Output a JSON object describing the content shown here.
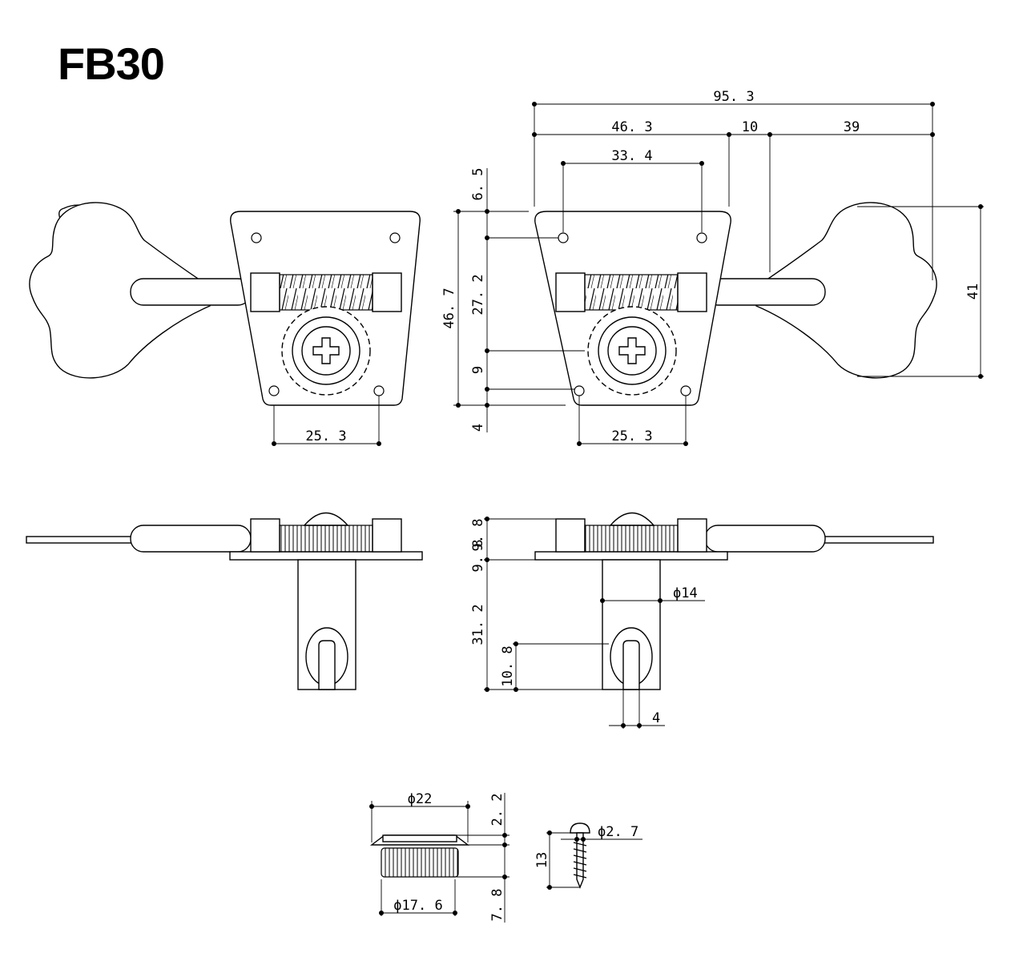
{
  "title": "FB30",
  "dimensions": {
    "overall_length": "95. 3",
    "plate_length": "46. 3",
    "gap": "10",
    "button_length": "39",
    "top_hole_spacing": "33. 4",
    "bottom_hole_spacing_left": "25. 3",
    "bottom_hole_spacing_right": "25. 3",
    "top_offset": "6. 5",
    "plate_height": "46. 7",
    "hole_to_shaft": "27. 2",
    "shaft_to_hole": "9",
    "bottom_margin": "4",
    "button_height": "41",
    "gear_height": "9. 8",
    "plate_thickness": "9. 8",
    "post_length": "31. 2",
    "post_diameter": "ϕ14",
    "slot_depth": "10. 8",
    "slot_width": "4",
    "bushing_diameter": "ϕ22",
    "bushing_flange": "2. 2",
    "bushing_body_diameter": "ϕ17. 6",
    "bushing_height": "7. 8",
    "screw_head": "ϕ2. 7",
    "screw_length": "13"
  }
}
